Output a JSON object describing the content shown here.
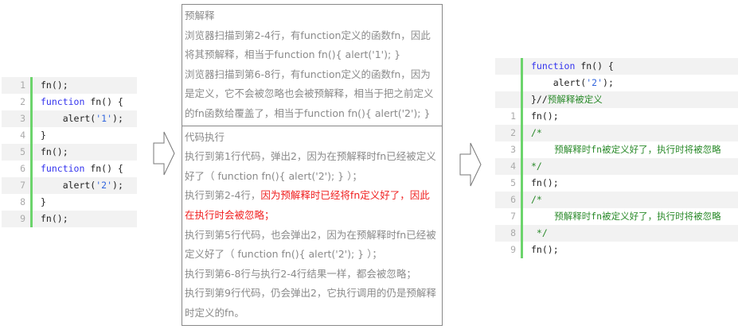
{
  "left_code": [
    {
      "n": "1",
      "t": [
        [
          "",
          "fn();"
        ]
      ]
    },
    {
      "n": "2",
      "t": [
        [
          "kw",
          "function"
        ],
        [
          "",
          " fn() {"
        ]
      ]
    },
    {
      "n": "3",
      "t": [
        [
          "",
          "    alert("
        ],
        [
          "str",
          "'1'"
        ],
        [
          "",
          ");"
        ]
      ]
    },
    {
      "n": "4",
      "t": [
        [
          "",
          "}"
        ]
      ]
    },
    {
      "n": "5",
      "t": [
        [
          "",
          "fn();"
        ]
      ]
    },
    {
      "n": "6",
      "t": [
        [
          "kw",
          "function"
        ],
        [
          "",
          " fn() {"
        ]
      ]
    },
    {
      "n": "7",
      "t": [
        [
          "",
          "    alert("
        ],
        [
          "str",
          "'2'"
        ],
        [
          "",
          ");"
        ]
      ]
    },
    {
      "n": "8",
      "t": [
        [
          "",
          "}"
        ]
      ]
    },
    {
      "n": "9",
      "t": [
        [
          "",
          "fn();"
        ]
      ]
    }
  ],
  "explanation": {
    "pre_title": "预解释",
    "pre_lines": [
      "浏览器扫描到第2-4行，有function定义的函数fn，因此将其预解释，相当于function fn(){ alert('1'); }",
      "浏览器扫描到第6-8行，有function定义的函数fn，因为是定义，它不会被忽略也会被预解释，相当于把之前定义的fn函数给覆盖了，相当于function fn(){ alert('2'); }"
    ],
    "exec_title": "代码执行",
    "exec_line1": "执行到第1行代码，弹出2，因为在预解释时fn已经被定义好了（ function fn(){ alert('2'); } ）；",
    "exec_line2_prefix": "执行到第2-4行，",
    "exec_line2_red": "因为预解释时已经将fn定义好了，因此在执行时会被忽略；",
    "exec_line3": "执行到第5行代码，也会弹出2，因为在预解释时fn已经被定义好了（ function fn(){ alert('2'); } ）；",
    "exec_line4": "执行到第6-8行与执行2-4行结果一样，都会被忽略；",
    "exec_line5": "执行到第9行代码，仍会弹出2，它执行调用的仍是预解释时定义的fn。"
  },
  "right_code": [
    {
      "n": "",
      "t": [
        [
          "kw",
          "function"
        ],
        [
          "",
          " fn() {"
        ]
      ]
    },
    {
      "n": "",
      "t": [
        [
          "",
          "    alert("
        ],
        [
          "str",
          "'2'"
        ],
        [
          "",
          ");"
        ]
      ]
    },
    {
      "n": "",
      "t": [
        [
          "",
          "}//"
        ],
        [
          "cmz",
          "预解释被定义"
        ]
      ]
    },
    {
      "n": "1",
      "t": [
        [
          "",
          "fn();"
        ]
      ]
    },
    {
      "n": "2",
      "t": [
        [
          "cm",
          "/*"
        ]
      ]
    },
    {
      "n": "3",
      "t": [
        [
          "cmz",
          "        预解释时"
        ],
        [
          "cm",
          "fn"
        ],
        [
          "cmz",
          "被定义好了，执行时将被忽略"
        ]
      ]
    },
    {
      "n": "4",
      "t": [
        [
          "cm",
          "*/"
        ]
      ]
    },
    {
      "n": "5",
      "t": [
        [
          "",
          "fn();"
        ]
      ]
    },
    {
      "n": "6",
      "t": [
        [
          "cm",
          "/*"
        ]
      ]
    },
    {
      "n": "7",
      "t": [
        [
          "cmz",
          "        预解释时"
        ],
        [
          "cm",
          "fn"
        ],
        [
          "cmz",
          "被定义好了，执行时将被忽略"
        ]
      ]
    },
    {
      "n": "8",
      "t": [
        [
          "cm",
          " */"
        ]
      ]
    },
    {
      "n": "9",
      "t": [
        [
          "",
          "fn();"
        ]
      ]
    }
  ]
}
